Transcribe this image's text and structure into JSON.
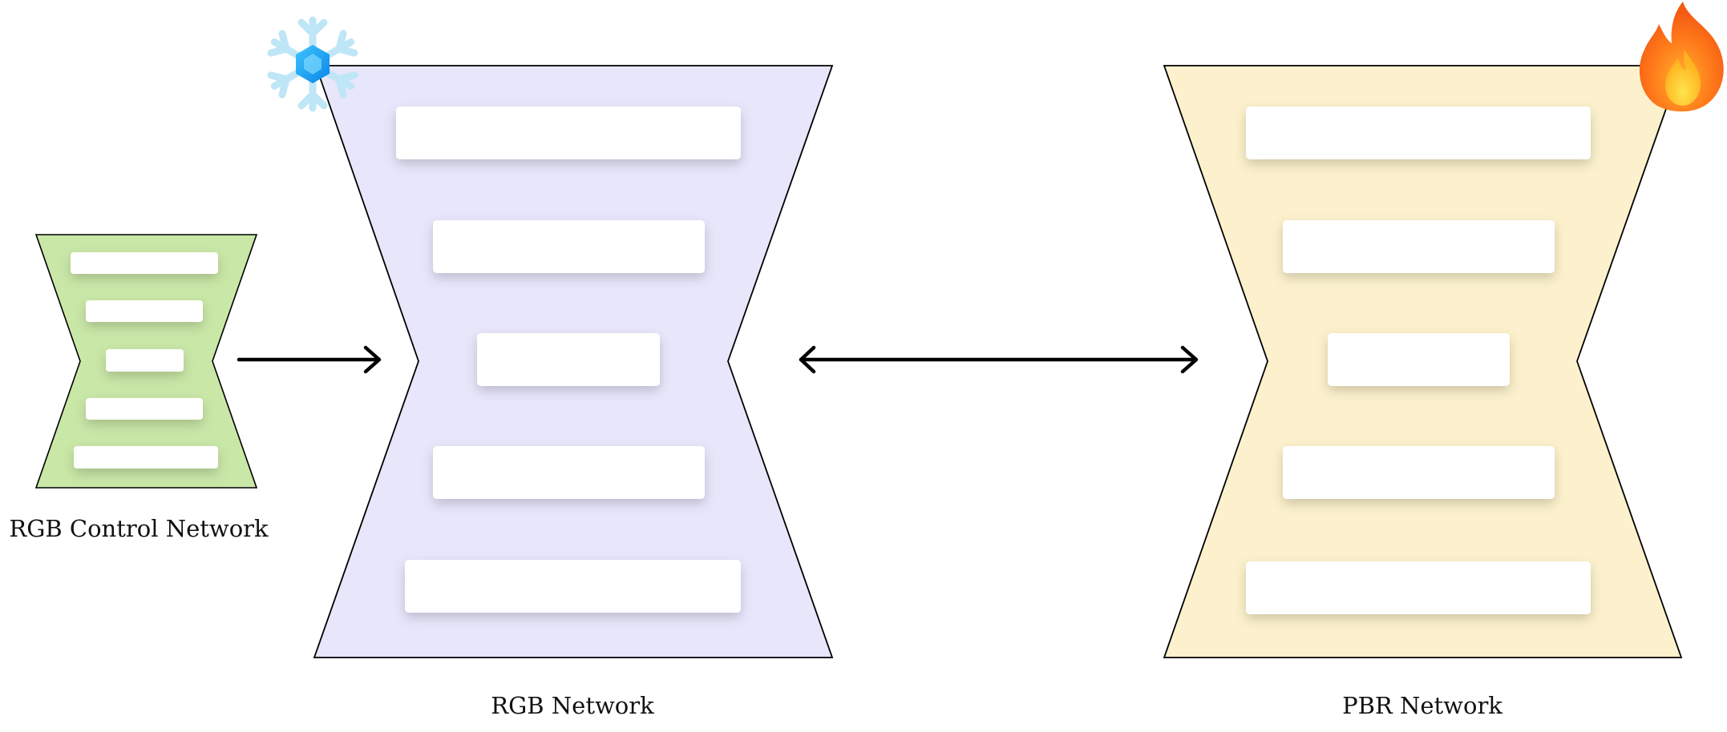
{
  "colors": {
    "control_fill": "#c9e7a7",
    "rgb_fill": "#e7e6fb",
    "pbr_fill": "#fcf1cc",
    "layer_fill": "#ffffff",
    "outline": "#000000",
    "arrow": "#000000"
  },
  "labels": {
    "control": "RGB Control Network",
    "rgb": "RGB Network",
    "pbr": "PBR Network"
  },
  "icons": {
    "rgb_status": "snowflake-icon",
    "pbr_status": "fire-icon"
  },
  "connections": [
    {
      "from": "RGB Control Network",
      "to": "RGB Network",
      "direction": "one-way"
    },
    {
      "from": "RGB Network",
      "to": "PBR Network",
      "direction": "two-way"
    }
  ]
}
